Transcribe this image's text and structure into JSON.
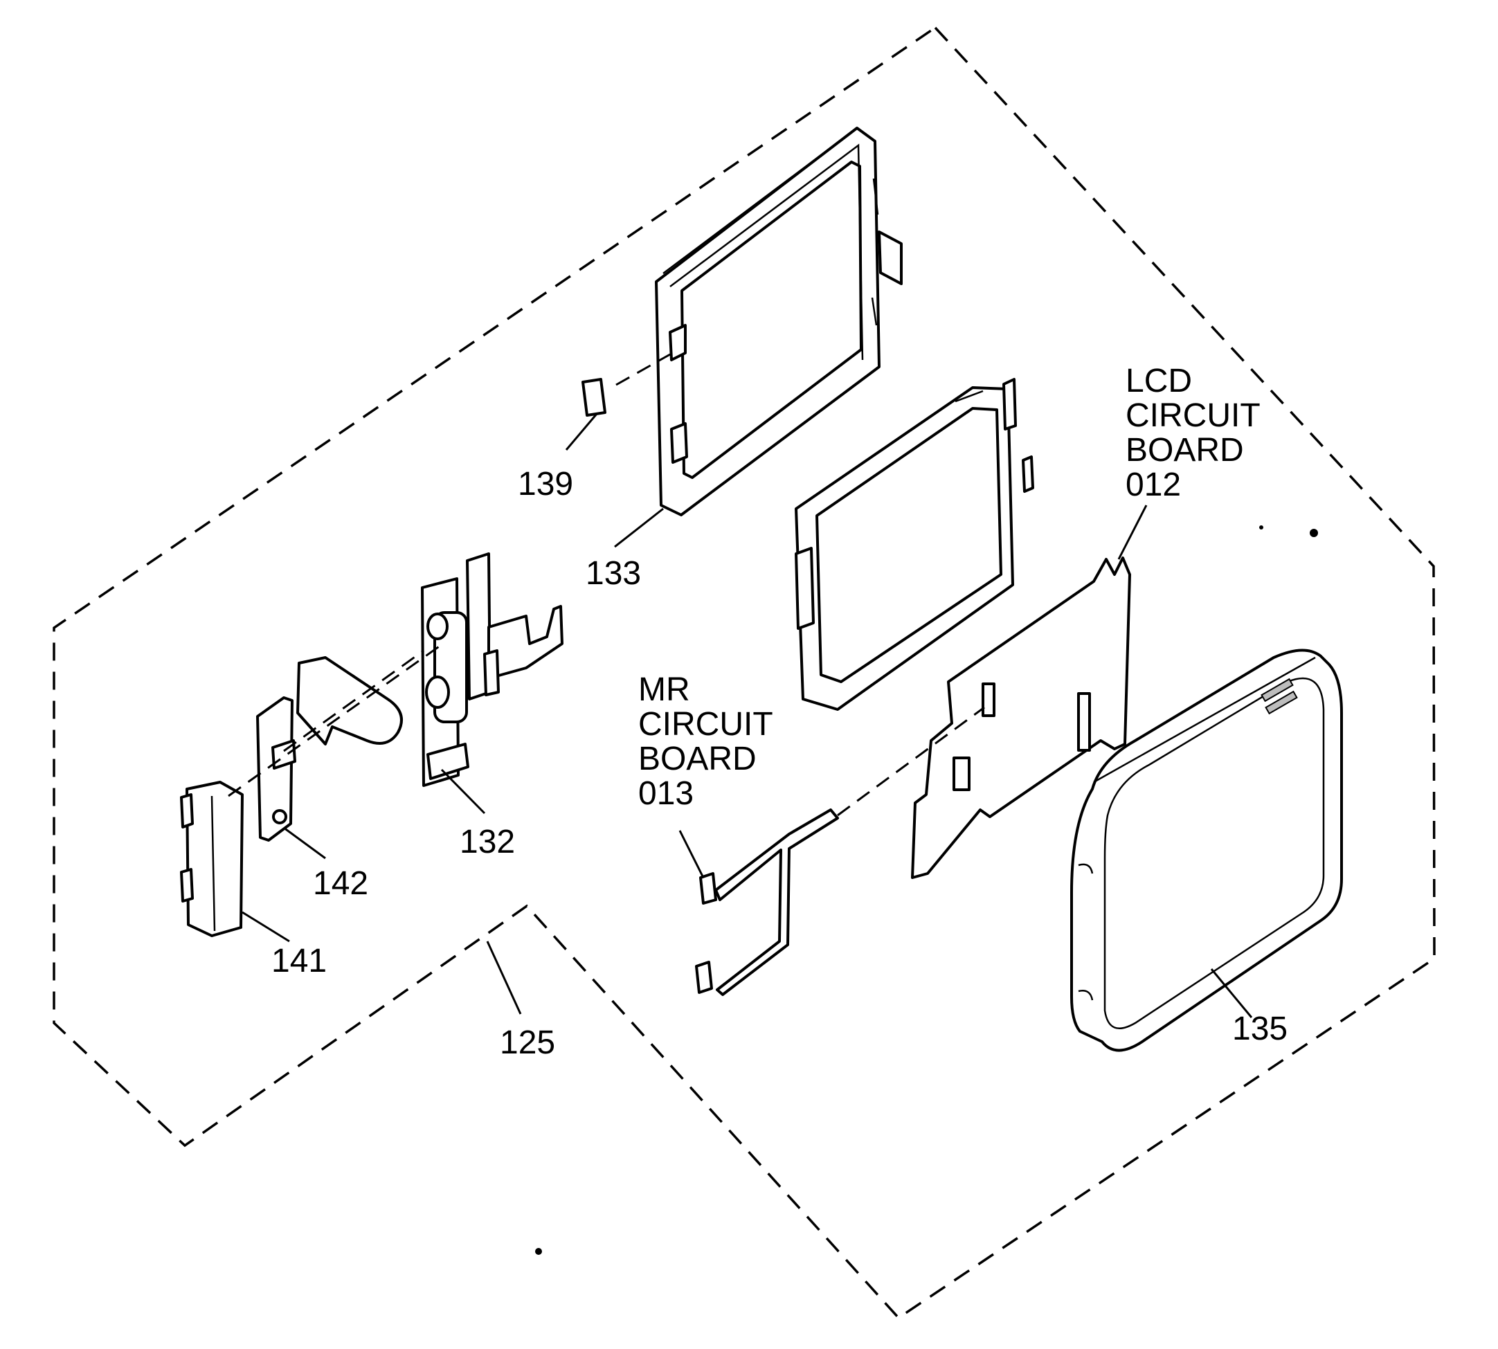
{
  "labels": {
    "part_139": "139",
    "part_133": "133",
    "part_132": "132",
    "part_142": "142",
    "part_141": "141",
    "part_125": "125",
    "part_135": "135",
    "lcd_board": [
      "LCD",
      "CIRCUIT",
      "BOARD",
      "012"
    ],
    "mr_board": [
      "MR",
      "CIRCUIT",
      "BOARD",
      "013"
    ]
  }
}
